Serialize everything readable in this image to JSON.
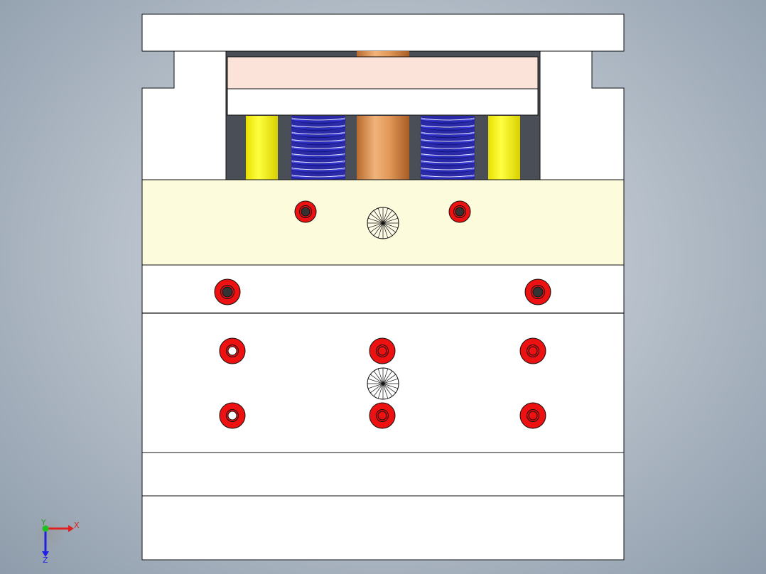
{
  "view": {
    "triad": {
      "x_label": "X",
      "y_label": "Y",
      "z_label": "Z"
    }
  },
  "colors": {
    "background_center": "#d8dde3",
    "background_edge": "#8e9cab",
    "plate_white": "#ffffff",
    "plate_stroke": "#111111",
    "cavity": "#4a4f57",
    "pink_plate": "#fbe3da",
    "cream_plate": "#fcfbdc",
    "guide_pin_yellow": "#f5f000",
    "spring_blue": "#3a3ad8",
    "copper_post": "#d9904f",
    "screw_red": "#ee1111",
    "screw_dark": "#333333",
    "axis_x": "#e02020",
    "axis_y": "#20c020",
    "axis_z": "#2020e0"
  },
  "counts": {
    "bolts_cream_plate": 2,
    "bolts_upper_band": 2,
    "bolts_main_plate": 6,
    "springs": 2,
    "guide_pins": 2
  }
}
